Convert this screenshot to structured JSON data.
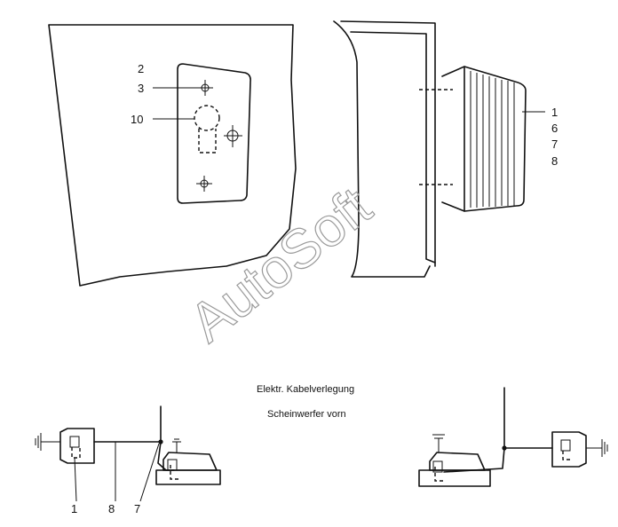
{
  "watermark": "AutoSoft",
  "callouts": {
    "panel_top_2": "2",
    "panel_top_3": "3",
    "panel_10": "10",
    "lamp_1": "1",
    "lamp_6": "6",
    "lamp_7": "7",
    "lamp_8": "8"
  },
  "caption": {
    "line1": "Elektr. Kabelverlegung",
    "line2": "Scheinwerfer vorn"
  },
  "wiring_labels": {
    "w1": "1",
    "w8": "8",
    "w7": "7"
  }
}
